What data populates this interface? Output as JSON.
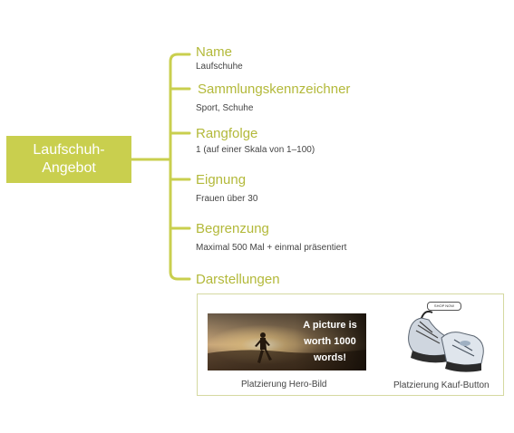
{
  "root": {
    "label": "Laufschuh-\nAngebot"
  },
  "colors": {
    "accent": "#c9cf4e",
    "title": "#b3b93a",
    "text": "#444444"
  },
  "items": [
    {
      "title": "Name",
      "value": "Laufschuhe"
    },
    {
      "title": "Sammlungskennzeichner",
      "value": "Sport, Schuhe"
    },
    {
      "title": "Rangfolge",
      "value": "1 (auf einer Skala von 1–100)"
    },
    {
      "title": "Eignung",
      "value": "Frauen über 30"
    },
    {
      "title": "Begrenzung",
      "value": "Maximal 500 Mal + einmal präsentiert"
    },
    {
      "title": "Darstellungen"
    }
  ],
  "representations": {
    "hero": {
      "overlay_text": "A picture is worth 1000 words!",
      "caption": "Platzierung Hero-Bild"
    },
    "buy_button": {
      "button_text": "SHOP NOW",
      "caption": "Platzierung Kauf-Button"
    }
  }
}
